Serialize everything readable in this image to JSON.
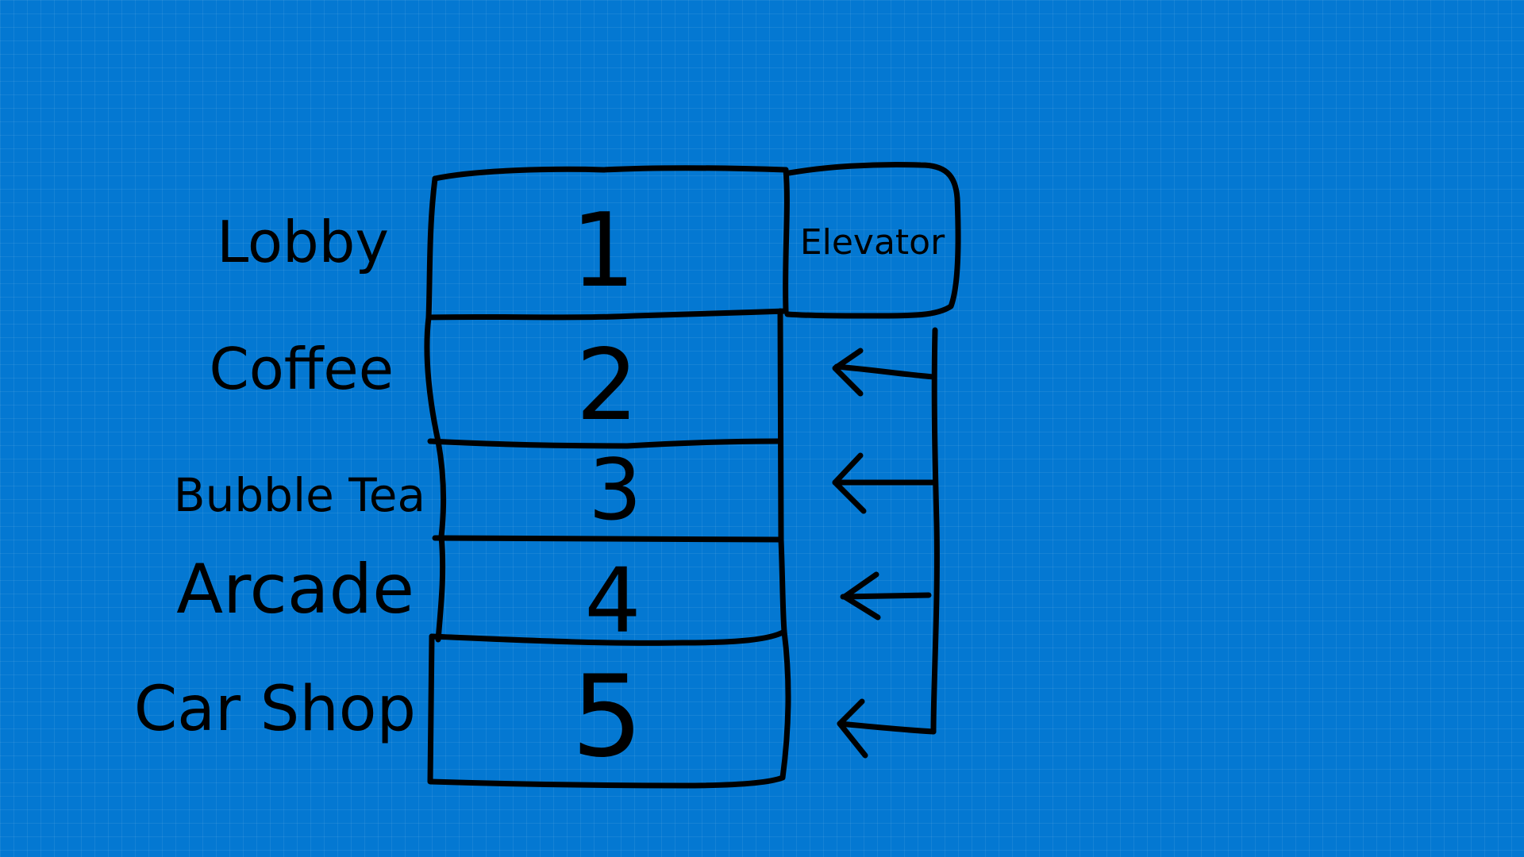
{
  "colors": {
    "background": "#0478d2",
    "ink": "#000000"
  },
  "floors": [
    {
      "number": "1",
      "label": "Lobby"
    },
    {
      "number": "2",
      "label": "Coffee"
    },
    {
      "number": "3",
      "label": "Bubble Tea"
    },
    {
      "number": "4",
      "label": "Arcade"
    },
    {
      "number": "5",
      "label": "Car Shop"
    }
  ],
  "elevator": {
    "label": "Elevator",
    "arrow_icon": "arrow-left-icon"
  }
}
